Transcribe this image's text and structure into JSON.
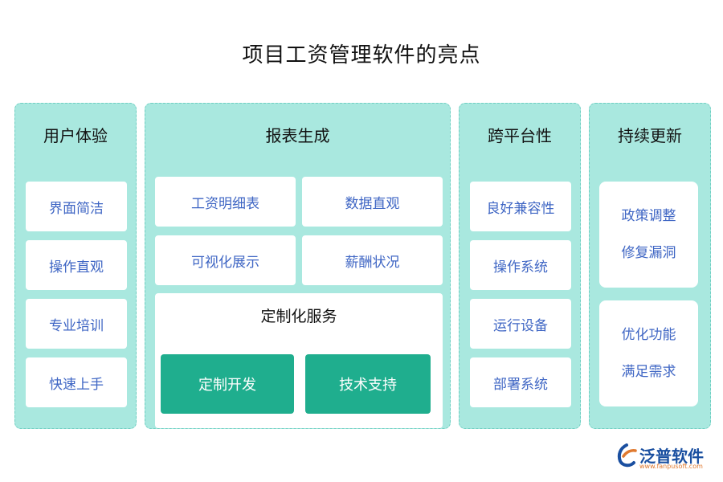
{
  "title": "项目工资管理软件的亮点",
  "panels": [
    {
      "heading": "用户体验",
      "items": [
        "界面简洁",
        "操作直观",
        "专业培训",
        "快速上手"
      ]
    },
    {
      "heading": "报表生成",
      "items": [
        "工资明细表",
        "数据直观",
        "可视化展示",
        "薪酬状况"
      ],
      "custom": {
        "heading": "定制化服务",
        "buttons": [
          "定制开发",
          "技术支持"
        ]
      }
    },
    {
      "heading": "跨平台性",
      "items": [
        "良好兼容性",
        "操作系统",
        "运行设备",
        "部署系统"
      ]
    },
    {
      "heading": "持续更新",
      "groups": [
        [
          "政策调整",
          "修复漏洞"
        ],
        [
          "优化功能",
          "满足需求"
        ]
      ]
    }
  ],
  "logo": {
    "name": "泛普软件",
    "url": "www.fanpusoft.com"
  },
  "colors": {
    "panel": "#a9e8df",
    "card_text": "#3f66c4",
    "button": "#1fae8e"
  }
}
